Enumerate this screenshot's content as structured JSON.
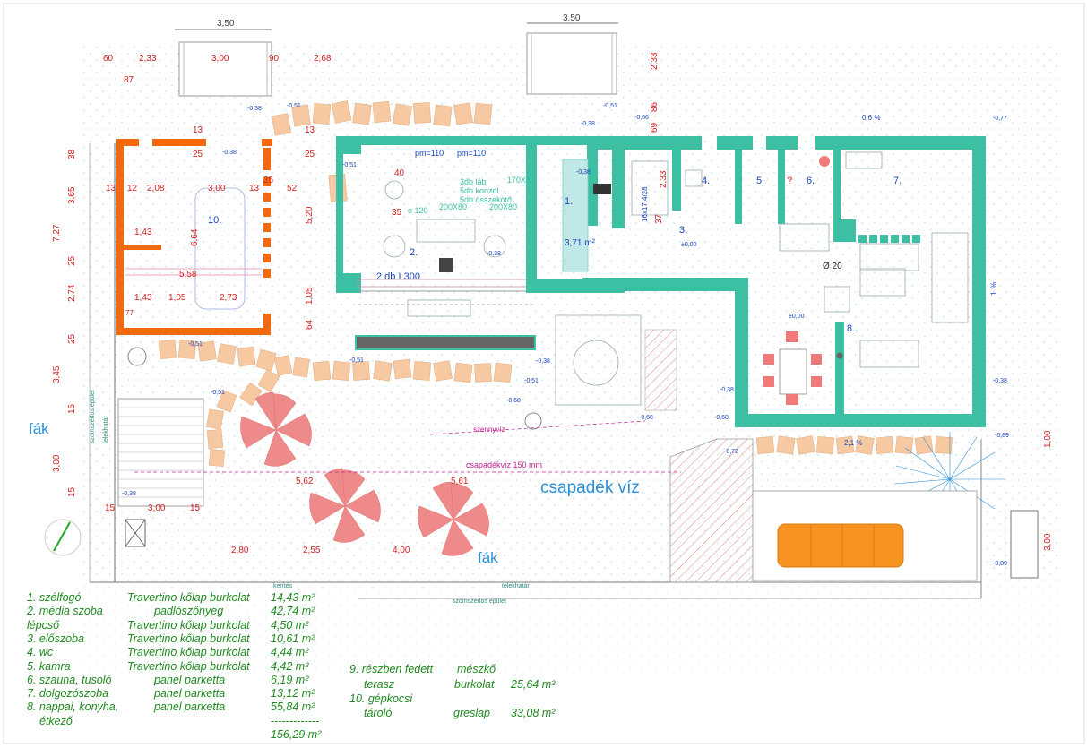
{
  "dims": {
    "top_left_width": "3,50",
    "top_right_width": "3,50",
    "d60": "60",
    "d233a": "2,33",
    "d300a": "3,00",
    "d90": "90",
    "d268": "2,68",
    "d87": "87",
    "d233b": "2,33",
    "d86": "86",
    "d69": "69",
    "d13a": "13",
    "d13b": "13",
    "d25a": "25",
    "d25b": "25",
    "d38": "38",
    "d365": "3,65",
    "d727": "7,27",
    "d25c": "25",
    "d274": "2,74",
    "d25d": "25",
    "d345": "3,45",
    "d15a": "15",
    "d300v": "3,00",
    "d15b": "15",
    "r13": "13",
    "r12": "12",
    "r208": "2,08",
    "r300": "3,00",
    "r13b": "13",
    "r25": "25",
    "r52": "52",
    "r143": "1,43",
    "r664": "6,64",
    "r558": "5,58",
    "r143b": "1,43",
    "r105": "1,05",
    "r273": "2,73",
    "r77": "77",
    "r520": "5,20",
    "r105v": "1,05",
    "r64": "64",
    "r40": "40",
    "r35": "35",
    "r233": "2,33",
    "r37": "37",
    "b15a": "15",
    "b300": "3,00",
    "b15b": "15",
    "b280": "2,80",
    "b255": "2,55",
    "b400": "4,00",
    "b562": "5,62",
    "b561": "5,61",
    "right100": "1,00",
    "right300": "3,00"
  },
  "levels": {
    "l1": "-0,38",
    "l2": "-0,51",
    "l3": "-0,38",
    "l4": "-0,51",
    "l5": "-0,38",
    "l6": "-0,66",
    "l7": "-0,77",
    "l8": "-0,38",
    "l9": "-0,51",
    "l10": "-0,38",
    "l11": "-0,51",
    "l12": "-0,51",
    "l13": "-0,51",
    "l14": "-0,38",
    "l15": "-0,51",
    "l16": "-0,68",
    "l17": "-0,68",
    "l18": "-0,38",
    "l19": "-0,68",
    "l20": "-0,72",
    "l21": "-0,89",
    "l22": "-0,89",
    "l23": "-0,38",
    "l24": "±0,00",
    "l25": "±0,00",
    "l26": "-0,38"
  },
  "rooms": {
    "r1": "1.",
    "r1_area": "3,71 m²",
    "r2": "2.",
    "r3": "3.",
    "r4": "4.",
    "r5": "5.",
    "r6": "6.",
    "r7": "7.",
    "r8": "8.",
    "r10": "10.",
    "q": "?"
  },
  "notes": {
    "pm1": "pm=110",
    "pm2": "pm=110",
    "n1": "3db láb",
    "n2": "5db konzol",
    "n3": "5db összekötő",
    "n170": "170X",
    "n200a": "200X80",
    "n200b": "200X80",
    "o120": "o 120",
    "beam": "2 db I 300",
    "stair": "16x17,4/28",
    "d20": "Ø 20",
    "slope1": "0,6 %",
    "slope2": "1 %",
    "slope3": "2,1 %",
    "szennyviz": "szennyvíz",
    "csapadekviz150": "csapadékvíz 150 mm",
    "csapadek": "csapadék víz",
    "fak1": "fák",
    "fak2": "fák",
    "kerites": "kerítés",
    "telekhatar1": "telekhatár",
    "telekhatar2": "telekhatár",
    "szomszedos1": "szomszédos épület",
    "szomszedos2": "szomszédos épület"
  },
  "legend": {
    "rows": [
      {
        "name": "1. szélfogó",
        "material": "Travertino kőlap burkolat",
        "area": "14,43 m²"
      },
      {
        "name": "2. média szoba",
        "material": "padlószőnyeg",
        "area": "42,74 m²"
      },
      {
        "name": "lépcső",
        "material": "Travertino kőlap burkolat",
        "area": "4,50 m²"
      },
      {
        "name": "3. előszoba",
        "material": "Travertino kőlap burkolat",
        "area": "10,61 m²"
      },
      {
        "name": "4. wc",
        "material": "Travertino kőlap burkolat",
        "area": "4,44 m²"
      },
      {
        "name": "5. kamra",
        "material": "Travertino kőlap burkolat",
        "area": "4,42 m²"
      },
      {
        "name": "6. szauna, tusoló",
        "material": "panel parketta",
        "area": "6,19 m²"
      },
      {
        "name": "7. dolgozószoba",
        "material": "panel parketta",
        "area": "13,12 m²"
      },
      {
        "name": "8. nappai, konyha,",
        "material": "panel parketta",
        "area": "55,84 m²"
      },
      {
        "name": "étkező",
        "material": "",
        "area": "-------------"
      },
      {
        "name": "",
        "material": "",
        "area": "156,29 m²"
      }
    ],
    "right": {
      "r9a": "9.  részben fedett",
      "r9b": "mészkő",
      "r9c": "terasz",
      "r9d": "burkolat",
      "r9e": "25,64 m²",
      "r10a": "10. gépkocsi",
      "r10b": "tároló",
      "r10c": "greslap",
      "r10d": "33,08 m²"
    }
  },
  "colors": {
    "wall_teal": "#3dbfa3",
    "wall_orange": "#f26a10",
    "dim_red": "#d21f1f",
    "legend_green": "#1f8a1f",
    "note_blue": "#1a44b8",
    "water_blue": "#2a8fd6",
    "paver": "#f6c9a2",
    "tree": "#ee8a8a",
    "car": "#f5931e",
    "magenta": "#c0208f"
  }
}
